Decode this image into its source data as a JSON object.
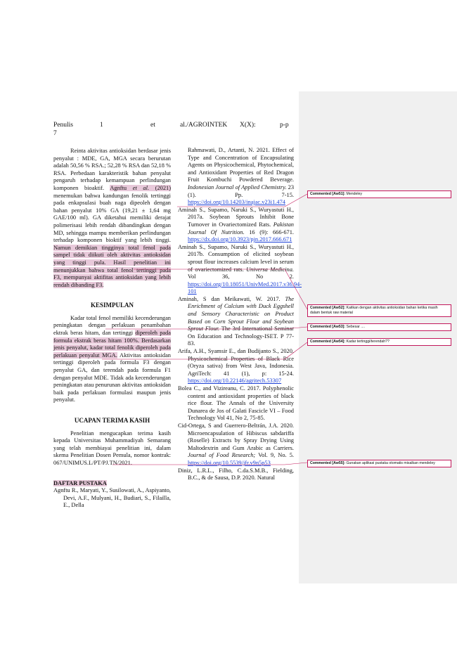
{
  "header": {
    "a": "Penulis",
    "b": "1",
    "c": "et",
    "d": "al./AGROINTEK",
    "e": "X(X):",
    "f": "p-p",
    "g": "7"
  },
  "left": {
    "para1_a": "Reinta aktivitas antioksidan berdasar jenis penyalut : MDE, GA, MGA secara berurutan adalah 50,56 % RSA.; 52,28 % RSA dan 52,18 % RSA. Perbedaan karakteristik bahan penyalut pengaruh terhadap kemampuan perlindungan komponen bioaktif.",
    "para1_b": "Agnftu",
    "para1_c": "et al.",
    "para1_d": "(2021)",
    "para1_e": "menemukan bahwa kandungan fenolik tertinggi pada enkapsulasi buah naga dipeoleh dengan bahan penyalut 10% GA (19,21 ± 1,64 mg GAE/100 ml). GA diketahui memiliki derajat polimerisasi lebih rendah dibandingkan dengan MD, sehingga mampu memberikan perlindungan terhadap komponen bioktif yang lebih tinggi.",
    "para1_hl": "Namun demikian tingginya total fenol pada sampel tidak diikuti oleh aktivitas antioksidan yang tinggi pula. Hasil penelitian ini menunjukkan bahwa total fenol tertinggi pada F3, mempunyai aktifitas antioksidan yang lebih rendah dibanding F3.",
    "kesimpulan_title": "KESIMPULAN",
    "kes_a": "Kadar total fenol memiliki kecenderungan peningkatan dengan perlakuan penambahan ektrak beras hitam, dan tertinggi",
    "kes_hl": "diperoleh pada formula ekstrak beras hitam 100%. Berdasarkan jenis penyalut, kadar total fenolik diperoleh pada perlakuan penyalut MGA.",
    "kes_b": "Aktivitas antioksidan tertinggi diperoleh pada formula F3 dengan penyalut GA, dan terendah pada formula F1 dengan penyalut MDE. Tidak ada kecenderungan peningkatan atau penurunan aktivitas antioksidan baik pada perlakuan formulasi maupun jenis penyalut.",
    "ucapan_title": "UCAPAN TERIMA KASIH",
    "ucapan": "Penelitian mengucapkan terima kasih kepada Universitas Muhammadiyah Semarang yang telah membiayai penelitian ini, dalam skema Penelitian Dosen Pemula, nomor kontrak: 067/UNIMUS.L/PT/PJ.TN/2021.",
    "daftar_title": "DAFTAR PUSTAKA",
    "ref1": "Agnftu R., Maryati, Y., Susilowati, A., Aspiyanto, Devi, A.F., Mulyani, H., Budiari, S., Filailla, E., Della"
  },
  "right": {
    "ref1_cont": "Rahmawati, D., Artanti, N. 2021. Effect of Type and Concentration of Encapsulating Agents on Physicochemical, Phytochemical, and Antioxidant Properties of Red Dragon Fruit Kombuchi Powdered Beverage.",
    "ref1_journal": "Indonesian Journal of Applied Chemistry.",
    "ref1_vol": "23 (1). Pp. 7-15.",
    "ref1_link": "https://doi.org/10.14203/inajac.v23i1.474",
    "ref2": "Aminah S., Supamo, Naruki S., Wuryastuti H., 2017a. Soybean Sprouts Inhibit Bone Turnover in Ovariectomized Rats.",
    "ref2_journal": "Pakistan Journal Of Nutrition.",
    "ref2_vol": "16 (9): 666-671.",
    "ref2_link": "https://dx.doi.org/10.3923/pjn.2017.666.671",
    "ref3": "Aminah S., Supamo, Naruki S., Wuryastuti H., 2017b. Consumption of elicited soybean sprout flour increases calcium level in serum of ovariectomized rats.",
    "ref3_journal": "Universa Medicina.",
    "ref3_vol": "Vol 36, No 2.",
    "ref3_link": "https://doi.org/10.18051/UnivMed.2017.v36.94-101",
    "ref4": "Aminah, S dan Meikawati, W. 2017.",
    "ref4_title": "The Enrichment of Calcium with Duck Eggshell and Sensory Characteristic on Product Based on Corn Sprout Flour and Soybean Sprout Flour.",
    "ref4_rest": "The 3rd International Seminar On Education and Technology-ISET. P 77-83.",
    "ref5": "Arifa, A.H., Syamsir E., dan Budijanto S., 2020. Physicochemical Properties of Black Rice (Oryza sativa) from West Java, Indonesia. AgriTech: 41 (1), p: 15-24.",
    "ref5_link": "https://doi.org/10.22146/agritech.53307",
    "ref6": "Bolea C., and Vizireanu, C. 2017. Polyphenolic content and antioxidant properties of black rice flour. The Annals of the University Dunarea de Jos of Galati Fascicle VI – Food Technology Vol 41, No 2, 75-85.",
    "ref7": "Cid-Ortega, S and Guerrero-Beltrán, J.A. 2020. Microencapsulation of Hibiscus sabdariffa (Roselle) Extracts by Spray Drying Using Maltodextrin and Gum Arabic as Carriers.",
    "ref7_journal": "Journal of Food Research;",
    "ref7_vol": "Vol. 9, No. 5.",
    "ref7_link": "https://doi.org/10.5539/jfr.v9n5p53",
    "ref8": "Diniz, L.R.L., Filho, C.da.S.M.B., Fielding, B.C., & de Sausa, D.P. 2020. Natural"
  },
  "comments": [
    {
      "label": "Commented [Aw51]:",
      "text": "Mendeley"
    },
    {
      "label": "Commented [Aw52]:",
      "text": "Kaitkan dengan aktivitas antioksidan bahan ketika masih dalam bentuk raw material"
    },
    {
      "label": "Commented [Aw53]:",
      "text": "Sebesar ...."
    },
    {
      "label": "Commented [Aw54]:",
      "text": "Kadar tertinggi/terendah??"
    },
    {
      "label": "Commented [Aw55]:",
      "text": "Gunakan aplikasi pustaka otomatis misalkan mendeley"
    }
  ],
  "colors": {
    "highlight": "#e8c9da",
    "comment_border": "#c2185b",
    "link": "#1a3fd6",
    "sidebar": "#f0f0f0"
  }
}
